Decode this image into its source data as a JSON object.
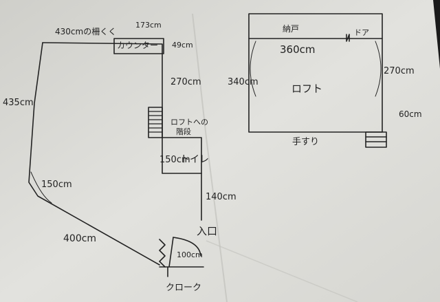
{
  "floorplan_main": {
    "top_wall_label": "430cmの柵くく",
    "counter_width": "173cm",
    "counter_label": "カウンター",
    "counter_depth": "49cm",
    "right_wall_upper": "270cm",
    "left_wall": "435cm",
    "stairs_note_line1": "ロフトへの",
    "stairs_note_line2": "階段",
    "toilet_width": "150cm",
    "toilet_label": "トイレ",
    "right_wall_lower": "140cm",
    "diagonal_short": "150cm",
    "diagonal_long": "400cm",
    "entrance_label": "入口",
    "door_width": "100cm",
    "cloak_label": "クローク"
  },
  "floorplan_loft": {
    "storage_label": "納戸",
    "door_label": "ドア",
    "top_width": "360cm",
    "room_label": "ロフト",
    "left_height": "340cm",
    "right_height": "270cm",
    "opening": "60cm",
    "railing_label": "手すり"
  },
  "colors": {
    "paper": "#dcdcd8",
    "ink": "#222222",
    "background": "#1a1a1a"
  }
}
